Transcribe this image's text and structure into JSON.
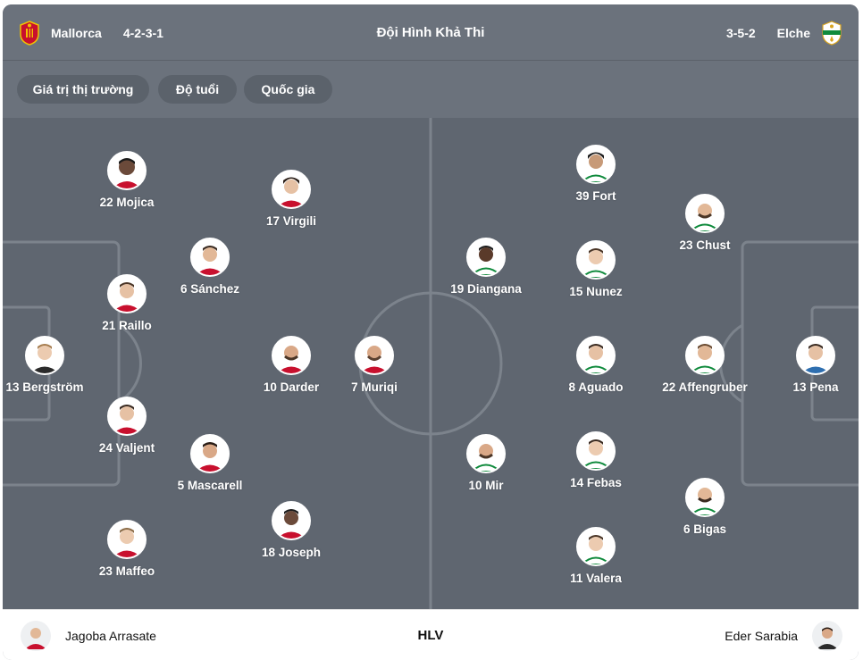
{
  "header": {
    "title": "Đội Hình Khả Thi",
    "home": {
      "name": "Mallorca",
      "formation": "4-2-3-1",
      "crest_icon": "mallorca-crest-icon"
    },
    "away": {
      "name": "Elche",
      "formation": "3-5-2",
      "crest_icon": "elche-crest-icon"
    }
  },
  "tabs": [
    "Giá trị thị trường",
    "Độ tuổi",
    "Quốc gia"
  ],
  "home_players": [
    {
      "label": "22 Mojica"
    },
    {
      "label": "17 Virgili"
    },
    {
      "label": "6 Sánchez"
    },
    {
      "label": "21 Raillo"
    },
    {
      "label": "13 Bergström"
    },
    {
      "label": "10 Darder"
    },
    {
      "label": "7 Muriqi"
    },
    {
      "label": "24 Valjent"
    },
    {
      "label": "5 Mascarell"
    },
    {
      "label": "23 Maffeo"
    },
    {
      "label": "18 Joseph"
    }
  ],
  "away_players": [
    {
      "label": "39 Fort"
    },
    {
      "label": "23 Chust"
    },
    {
      "label": "19 Diangana"
    },
    {
      "label": "15 Nunez"
    },
    {
      "label": "8 Aguado"
    },
    {
      "label": "22 Affengruber"
    },
    {
      "label": "13 Pena"
    },
    {
      "label": "10 Mir"
    },
    {
      "label": "14 Febas"
    },
    {
      "label": "6 Bigas"
    },
    {
      "label": "11 Valera"
    }
  ],
  "footer": {
    "center_label": "HLV",
    "home_coach": "Jagoba Arrasate",
    "away_coach": "Eder Sarabia"
  },
  "colors": {
    "pitch": "#5f6670",
    "header": "#6b727c",
    "pitch_lines": "#7c838c"
  }
}
